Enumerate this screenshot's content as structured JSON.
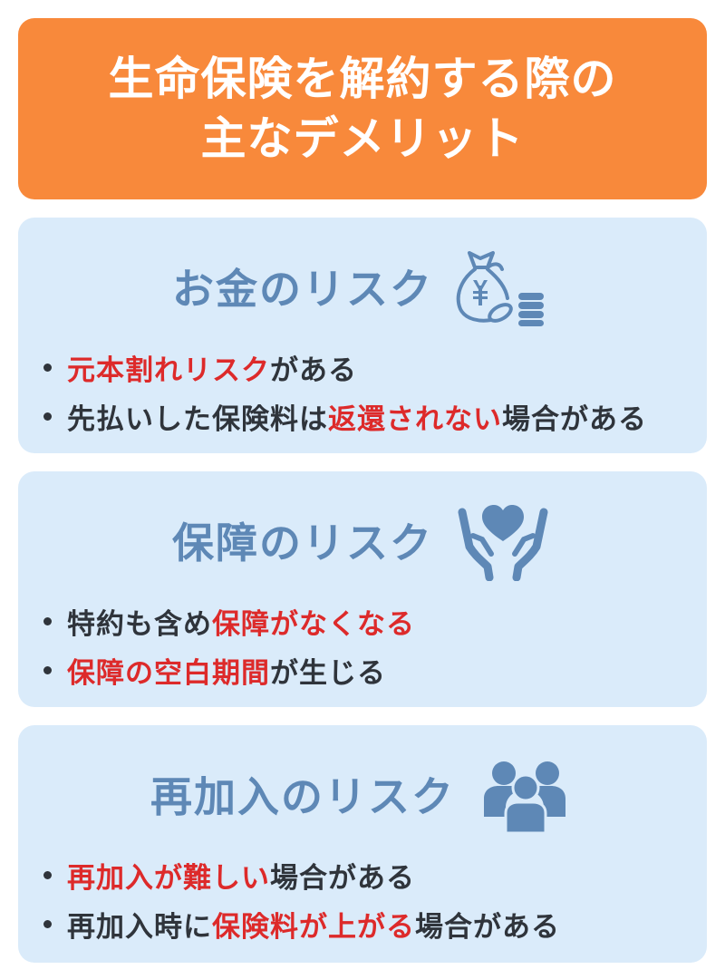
{
  "header": {
    "title_line1": "生命保険を解約する際の",
    "title_line2": "主なデメリット"
  },
  "colors": {
    "header_bg": "#F8893B",
    "card_bg": "#DAEBFA",
    "heading": "#5E88B6",
    "text": "#2F343B",
    "highlight": "#DD2A2A"
  },
  "sections": [
    {
      "title": "お金のリスク",
      "icon": "money-bag-yen-coins-icon",
      "bullets": [
        {
          "parts": [
            {
              "text": "元本割れリスク",
              "highlight": true
            },
            {
              "text": "がある",
              "highlight": false
            }
          ]
        },
        {
          "parts": [
            {
              "text": "先払いした保険料は",
              "highlight": false
            },
            {
              "text": "返還されない",
              "highlight": true
            },
            {
              "text": "場合がある",
              "highlight": false
            }
          ]
        }
      ]
    },
    {
      "title": "保障のリスク",
      "icon": "hands-holding-heart-icon",
      "bullets": [
        {
          "parts": [
            {
              "text": "特約も含め",
              "highlight": false
            },
            {
              "text": "保障がなくなる",
              "highlight": true
            }
          ]
        },
        {
          "parts": [
            {
              "text": "保障の空白期間",
              "highlight": true
            },
            {
              "text": "が生じる",
              "highlight": false
            }
          ]
        }
      ]
    },
    {
      "title": "再加入のリスク",
      "icon": "group-of-people-icon",
      "bullets": [
        {
          "parts": [
            {
              "text": "再加入が難しい",
              "highlight": true
            },
            {
              "text": "場合がある",
              "highlight": false
            }
          ]
        },
        {
          "parts": [
            {
              "text": "再加入時に",
              "highlight": false
            },
            {
              "text": "保険料が上がる",
              "highlight": true
            },
            {
              "text": "場合がある",
              "highlight": false
            }
          ]
        }
      ]
    }
  ]
}
